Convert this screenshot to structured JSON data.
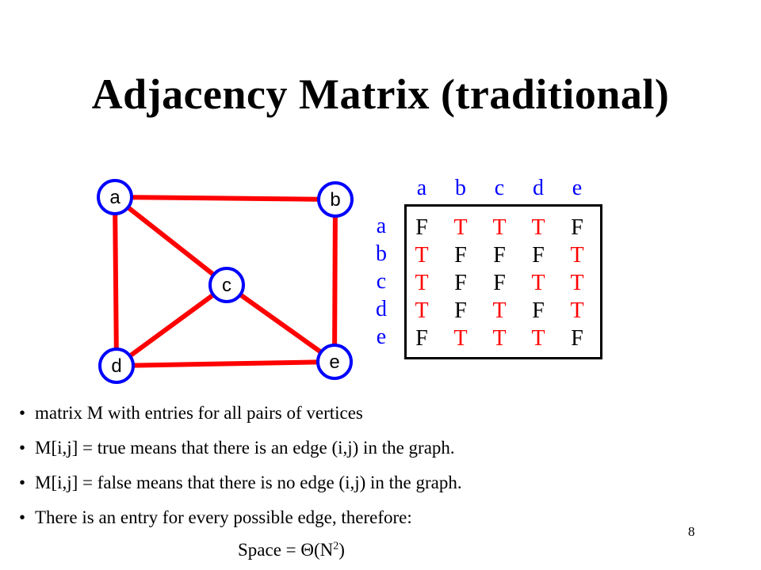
{
  "title": "Adjacency Matrix (traditional)",
  "graph": {
    "nodes": [
      "a",
      "b",
      "c",
      "d",
      "e"
    ],
    "edges": [
      [
        "a",
        "b"
      ],
      [
        "a",
        "c"
      ],
      [
        "a",
        "d"
      ],
      [
        "b",
        "e"
      ],
      [
        "c",
        "d"
      ],
      [
        "c",
        "e"
      ],
      [
        "d",
        "e"
      ]
    ],
    "edge_color": "#ff0000",
    "node_border_color": "#0000ff"
  },
  "matrix": {
    "col_headers": [
      "a",
      "b",
      "c",
      "d",
      "e"
    ],
    "row_headers": [
      "a",
      "b",
      "c",
      "d",
      "e"
    ],
    "header_color": "#0000ff",
    "true_color": "#ff0000",
    "false_color": "#000000",
    "rows": [
      [
        "F",
        "T",
        "T",
        "T",
        "F"
      ],
      [
        "T",
        "F",
        "F",
        "F",
        "T"
      ],
      [
        "T",
        "F",
        "F",
        "T",
        "T"
      ],
      [
        "T",
        "F",
        "T",
        "F",
        "T"
      ],
      [
        "F",
        "T",
        "T",
        "T",
        "F"
      ]
    ]
  },
  "bullets": [
    "matrix M with entries for all pairs of vertices",
    "M[i,j] = true means that there is an edge (i,j) in the graph.",
    "M[i,j] = false means that there is no edge (i,j) in the graph.",
    "There is an entry for every possible edge, therefore:"
  ],
  "bullet_marker": "•",
  "space": {
    "prefix": "Space = Θ(N",
    "exponent": "2",
    "suffix": ")"
  },
  "page_number": "8"
}
